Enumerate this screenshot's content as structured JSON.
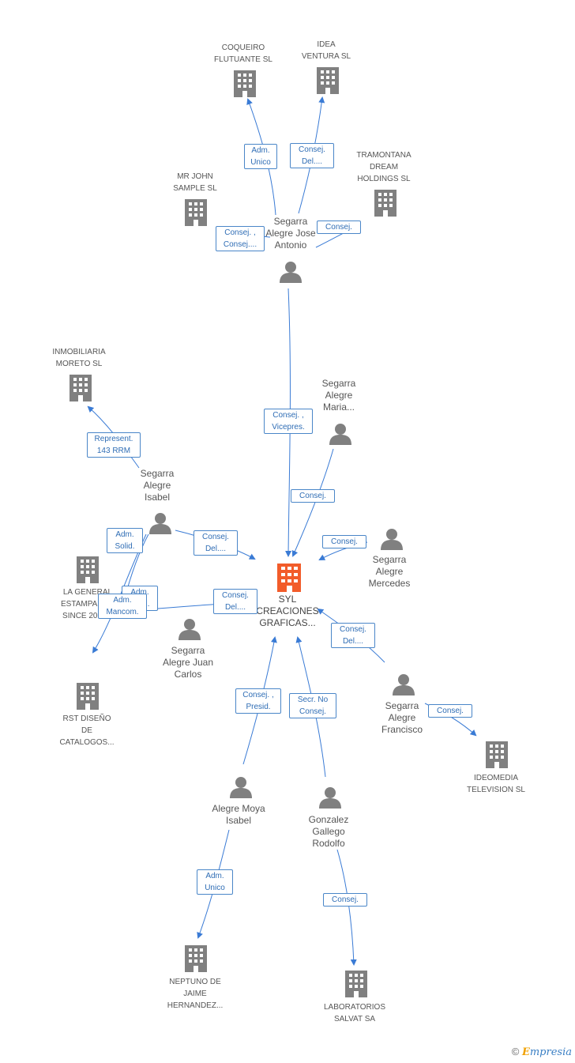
{
  "footer": {
    "copyright_symbol": "©",
    "brand_initial": "E",
    "brand_rest": "mpresia"
  },
  "nodes": {
    "coqueiro": {
      "label": "COQUEIRO\nFLUTUANTE SL",
      "type": "company"
    },
    "idea": {
      "label": "IDEA\nVENTURA SL",
      "type": "company"
    },
    "mrjohn": {
      "label": "MR JOHN\nSAMPLE SL",
      "type": "company"
    },
    "tramontana": {
      "label": "TRAMONTANA\nDREAM\nHOLDINGS SL",
      "type": "company"
    },
    "jose": {
      "label": "Segarra\nAlegre Jose\nAntonio",
      "type": "person"
    },
    "inmob": {
      "label": "INMOBILIARIA\nMORETO SL",
      "type": "company"
    },
    "maria": {
      "label": "Segarra\nAlegre\nMaria...",
      "type": "person"
    },
    "isabel_s": {
      "label": "Segarra\nAlegre\nIsabel",
      "type": "person"
    },
    "mercedes": {
      "label": "Segarra\nAlegre\nMercedes",
      "type": "person"
    },
    "lageneral": {
      "label": "LA GENERAL\nESTAMPADOS\nSINCE 2002...",
      "type": "company"
    },
    "syl": {
      "label": "SYL\nCREACIONES\nGRAFICAS...",
      "type": "main"
    },
    "juancarlos": {
      "label": "Segarra\nAlegre Juan\nCarlos",
      "type": "person"
    },
    "rst": {
      "label": "RST DISEÑO\nDE\nCATALOGOS...",
      "type": "company"
    },
    "francisco": {
      "label": "Segarra\nAlegre\nFrancisco",
      "type": "person"
    },
    "ideomedia": {
      "label": "IDEOMEDIA\nTELEVISION  SL",
      "type": "company"
    },
    "alegremoya": {
      "label": "Alegre Moya\nIsabel",
      "type": "person"
    },
    "gonzalez": {
      "label": "Gonzalez\nGallego\nRodolfo",
      "type": "person"
    },
    "neptuno": {
      "label": "NEPTUNO DE\nJAIME\nHERNANDEZ...",
      "type": "company"
    },
    "laboratorios": {
      "label": "LABORATORIOS\nSALVAT SA",
      "type": "company"
    }
  },
  "edges": [
    {
      "id": "e1",
      "label": "Adm.\nUnico"
    },
    {
      "id": "e2",
      "label": "Consej.\nDel...."
    },
    {
      "id": "e3",
      "label": "Consej. ,\nConsej...."
    },
    {
      "id": "e4",
      "label": "Consej."
    },
    {
      "id": "e5",
      "label": "Consej. ,\nVicepres."
    },
    {
      "id": "e6",
      "label": "Represent.\n143 RRM"
    },
    {
      "id": "e7",
      "label": "Consej."
    },
    {
      "id": "e8",
      "label": "Adm.\nSolid."
    },
    {
      "id": "e9",
      "label": "Consej.\nDel...."
    },
    {
      "id": "e10",
      "label": "Consej."
    },
    {
      "id": "e11",
      "label": "Adm.\nSolid."
    },
    {
      "id": "e12",
      "label": "Adm.\nMancom."
    },
    {
      "id": "e13",
      "label": "Consej.\nDel...."
    },
    {
      "id": "e14",
      "label": "Consej.\nDel...."
    },
    {
      "id": "e15",
      "label": "Consej."
    },
    {
      "id": "e16",
      "label": "Consej. ,\nPresid."
    },
    {
      "id": "e17",
      "label": "Secr.  No\nConsej."
    },
    {
      "id": "e18",
      "label": "Adm.\nUnico"
    },
    {
      "id": "e19",
      "label": "Consej."
    }
  ]
}
